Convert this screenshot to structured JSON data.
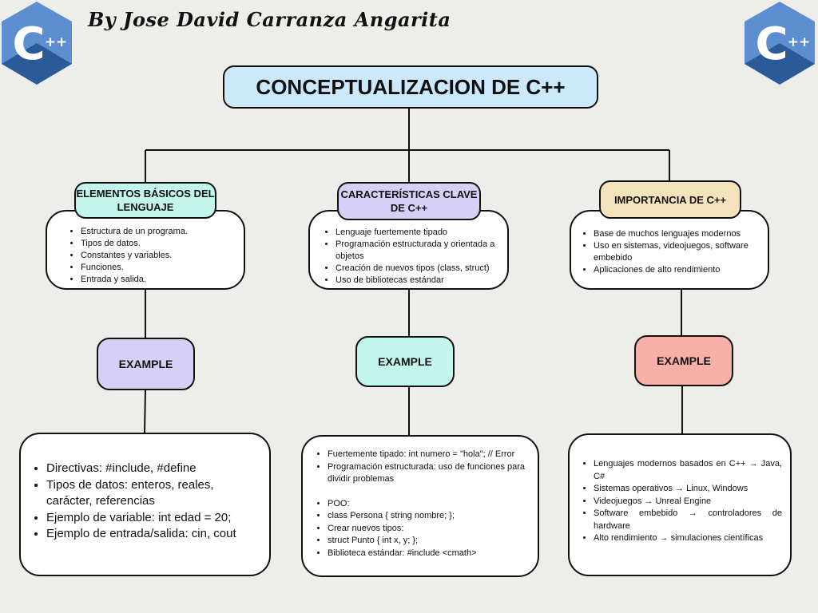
{
  "header": {
    "author": "By Jose David  Carranza Angarita",
    "logo_text": "C",
    "logo_plus": "++"
  },
  "title": "CONCEPTUALIZACION DE C++",
  "colors": {
    "title": "#cce8fb",
    "mint": "#c2f6ec",
    "lavender": "#d6d0f7",
    "cream": "#f4e2ba",
    "salmon": "#f6b0a7",
    "logo_dark": "#2b5a9a",
    "logo_light": "#5d8fd0"
  },
  "branches": [
    {
      "heading": "ELEMENTOS BÁSICOS DEL LENGUAJE",
      "items": [
        "Estructura de un programa.",
        "Tipos de datos.",
        "Constantes y variables.",
        "Funciones.",
        "Entrada y salida."
      ],
      "example_label": "EXAMPLE",
      "examples": [
        "Directivas: #include, #define",
        "Tipos de datos: enteros, reales, carácter, referencias",
        "Ejemplo de variable: int edad = 20;",
        "Ejemplo de entrada/salida: cin, cout"
      ]
    },
    {
      "heading": "CARACTERÍSTICAS CLAVE DE C++",
      "items": [
        "Lenguaje fuertemente tipado",
        "Programación estructurada y orientada a objetos",
        "Creación de nuevos tipos (class, struct)",
        "Uso de bibliotecas estándar"
      ],
      "example_label": "EXAMPLE",
      "examples_a": [
        "Fuertemente tipado: int numero = \"hola\"; // Error",
        "Programación estructurada: uso de funciones para dividir problemas"
      ],
      "examples_b": [
        "POO:",
        "class Persona { string nombre; };",
        "Crear nuevos tipos:",
        "struct Punto { int x, y; };",
        "Biblioteca estándar: #include <cmath>"
      ]
    },
    {
      "heading": "IMPORTANCIA DE C++",
      "items": [
        "Base de muchos lenguajes modernos",
        "Uso en sistemas, videojuegos, software embebido",
        "Aplicaciones de alto rendimiento"
      ],
      "example_label": "EXAMPLE",
      "examples": [
        "Lenguajes modernos basados en C++ → Java, C#",
        "Sistemas operativos → Linux, Windows",
        "Videojuegos → Unreal Engine",
        "Software embebido → controladores de hardware",
        "Alto rendimiento → simulaciones científicas"
      ]
    }
  ]
}
